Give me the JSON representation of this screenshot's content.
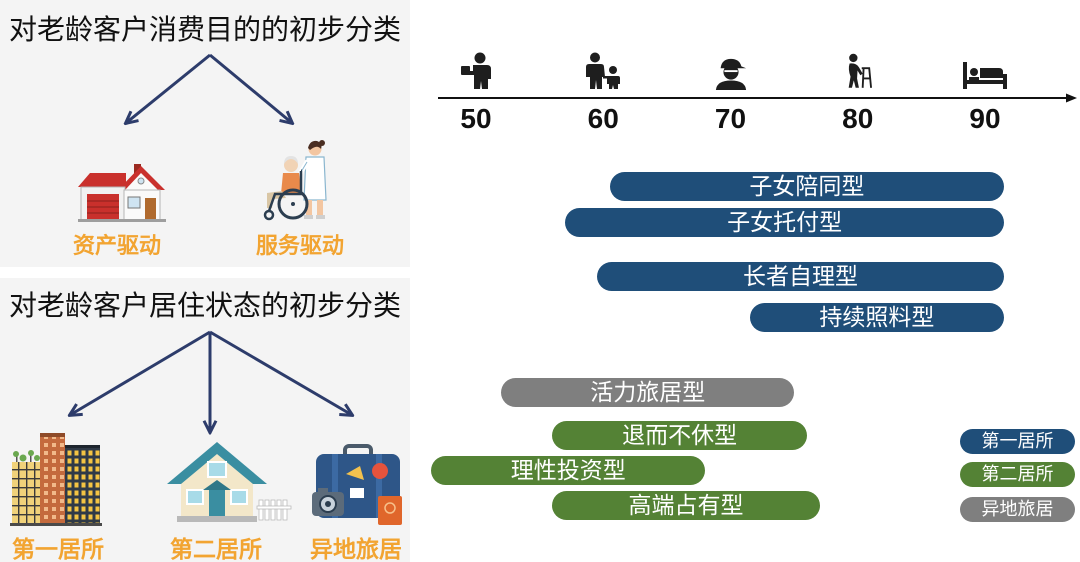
{
  "purpose_panel": {
    "title": "对老龄客户消费目的的初步分类",
    "items": [
      {
        "label": "资产驱动",
        "icon": "house-icon"
      },
      {
        "label": "服务驱动",
        "icon": "caregiver-wheelchair-icon"
      }
    ]
  },
  "residence_panel": {
    "title": "对老龄客户居住状态的初步分类",
    "items": [
      {
        "label": "第一居所",
        "icon": "apartment-building-icon"
      },
      {
        "label": "第二居所",
        "icon": "cottage-house-icon"
      },
      {
        "label": "异地旅居",
        "icon": "travel-suitcase-icon"
      }
    ]
  },
  "timeline": {
    "ticks": [
      {
        "age": 50,
        "icon": "adult-person-icon"
      },
      {
        "age": 60,
        "icon": "parent-child-icon"
      },
      {
        "age": 70,
        "icon": "elderly-with-cap-icon"
      },
      {
        "age": 80,
        "icon": "elderly-walker-icon"
      },
      {
        "age": 90,
        "icon": "bed-icon"
      }
    ],
    "bars": [
      {
        "label": "子女陪同型",
        "start": 60.5,
        "end": 91.5,
        "color": "#1f4e79"
      },
      {
        "label": "子女托付型",
        "start": 57,
        "end": 91.5,
        "color": "#1f4e79"
      },
      {
        "label": "长者自理型",
        "start": 59.5,
        "end": 91.5,
        "color": "#1f4e79"
      },
      {
        "label": "持续照料型",
        "start": 71.5,
        "end": 91.5,
        "color": "#1f4e79"
      },
      {
        "label": "活力旅居型",
        "start": 52,
        "end": 75,
        "color": "#7f7f7f"
      },
      {
        "label": "退而不休型",
        "start": 56,
        "end": 76,
        "color": "#548235"
      },
      {
        "label": "理性投资型",
        "start": 46.5,
        "end": 68,
        "color": "#548235"
      },
      {
        "label": "高端占有型",
        "start": 56,
        "end": 77,
        "color": "#548235"
      }
    ]
  },
  "legend": [
    {
      "label": "第一居所",
      "color": "#1f4e79"
    },
    {
      "label": "第二居所",
      "color": "#548235"
    },
    {
      "label": "异地旅居",
      "color": "#7f7f7f"
    }
  ],
  "colors": {
    "category_label": "#f2a431"
  }
}
